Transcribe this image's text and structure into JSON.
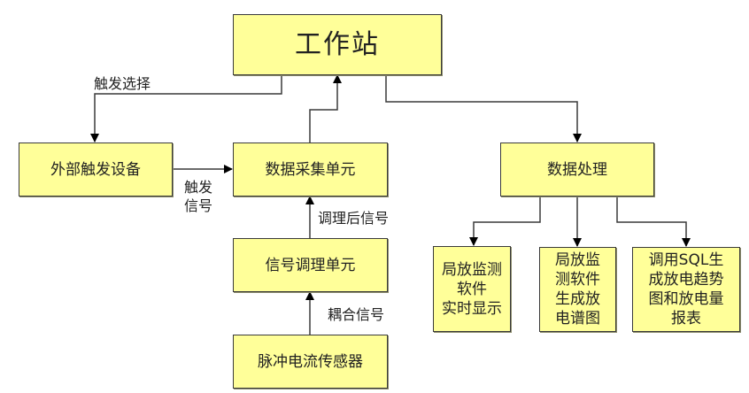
{
  "nodes": {
    "workstation": "工作站",
    "external_trigger": "外部触发设备",
    "data_acquisition": "数据采集单元",
    "data_processing": "数据处理",
    "signal_conditioning": "信号调理单元",
    "current_sensor": "脉冲电流传感器",
    "realtime_display": "局放监测\n软件\n实时显示",
    "spectrum": "局放监\n测软件\n生成放\n电谱图",
    "sql_report": "调用SQL生\n成放电趋势\n图和放电量\n报表"
  },
  "edges": {
    "trigger_select": "触发选择",
    "trigger_signal": "触发\n信号",
    "conditioned_signal": "调理后信号",
    "coupled_signal": "耦合信号"
  },
  "colors": {
    "box_fill": "#ffff99",
    "line": "#3a3a3a"
  }
}
